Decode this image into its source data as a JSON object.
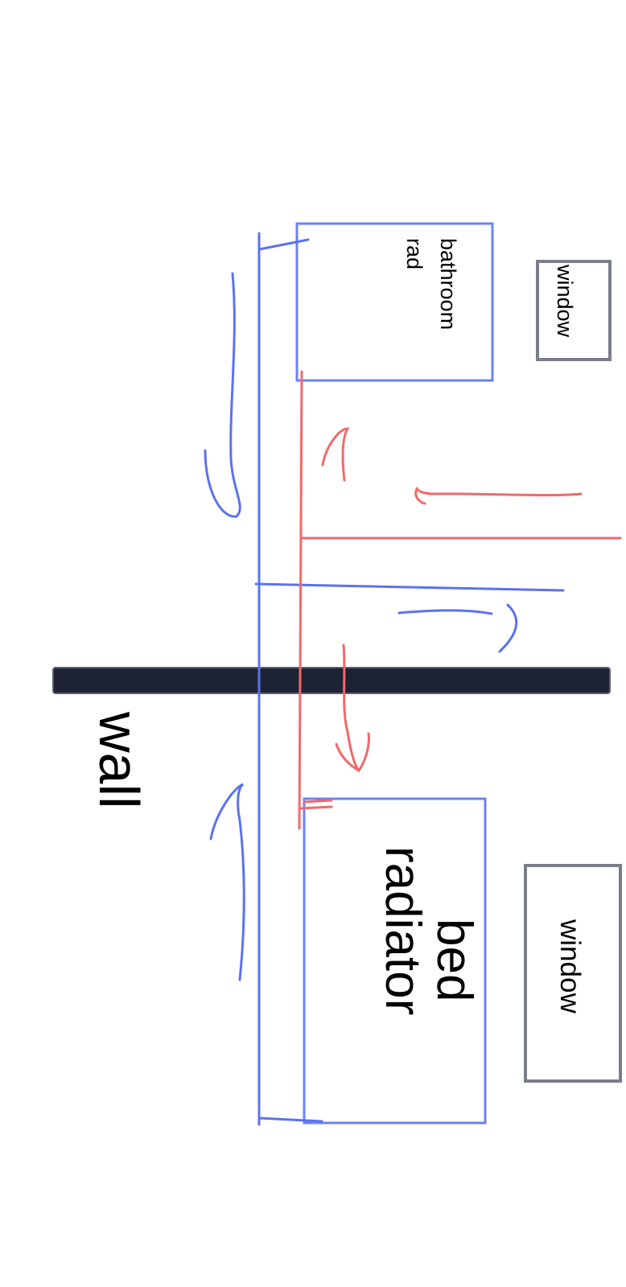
{
  "labels": {
    "bathroom_rad_line1": "bathroom",
    "bathroom_rad_line2": "rad",
    "window_top": "window",
    "window_bottom": "window",
    "bed_radiator_line1": "bed",
    "bed_radiator_line2": "radiator",
    "wall": "wall"
  },
  "colors": {
    "cold_pipe": "#5b72f0",
    "hot_pipe": "#f06a6a",
    "wall": "#1e2235",
    "window_border": "#7a7e88",
    "radiator_border": "#6b82f5",
    "text": "#000000"
  }
}
